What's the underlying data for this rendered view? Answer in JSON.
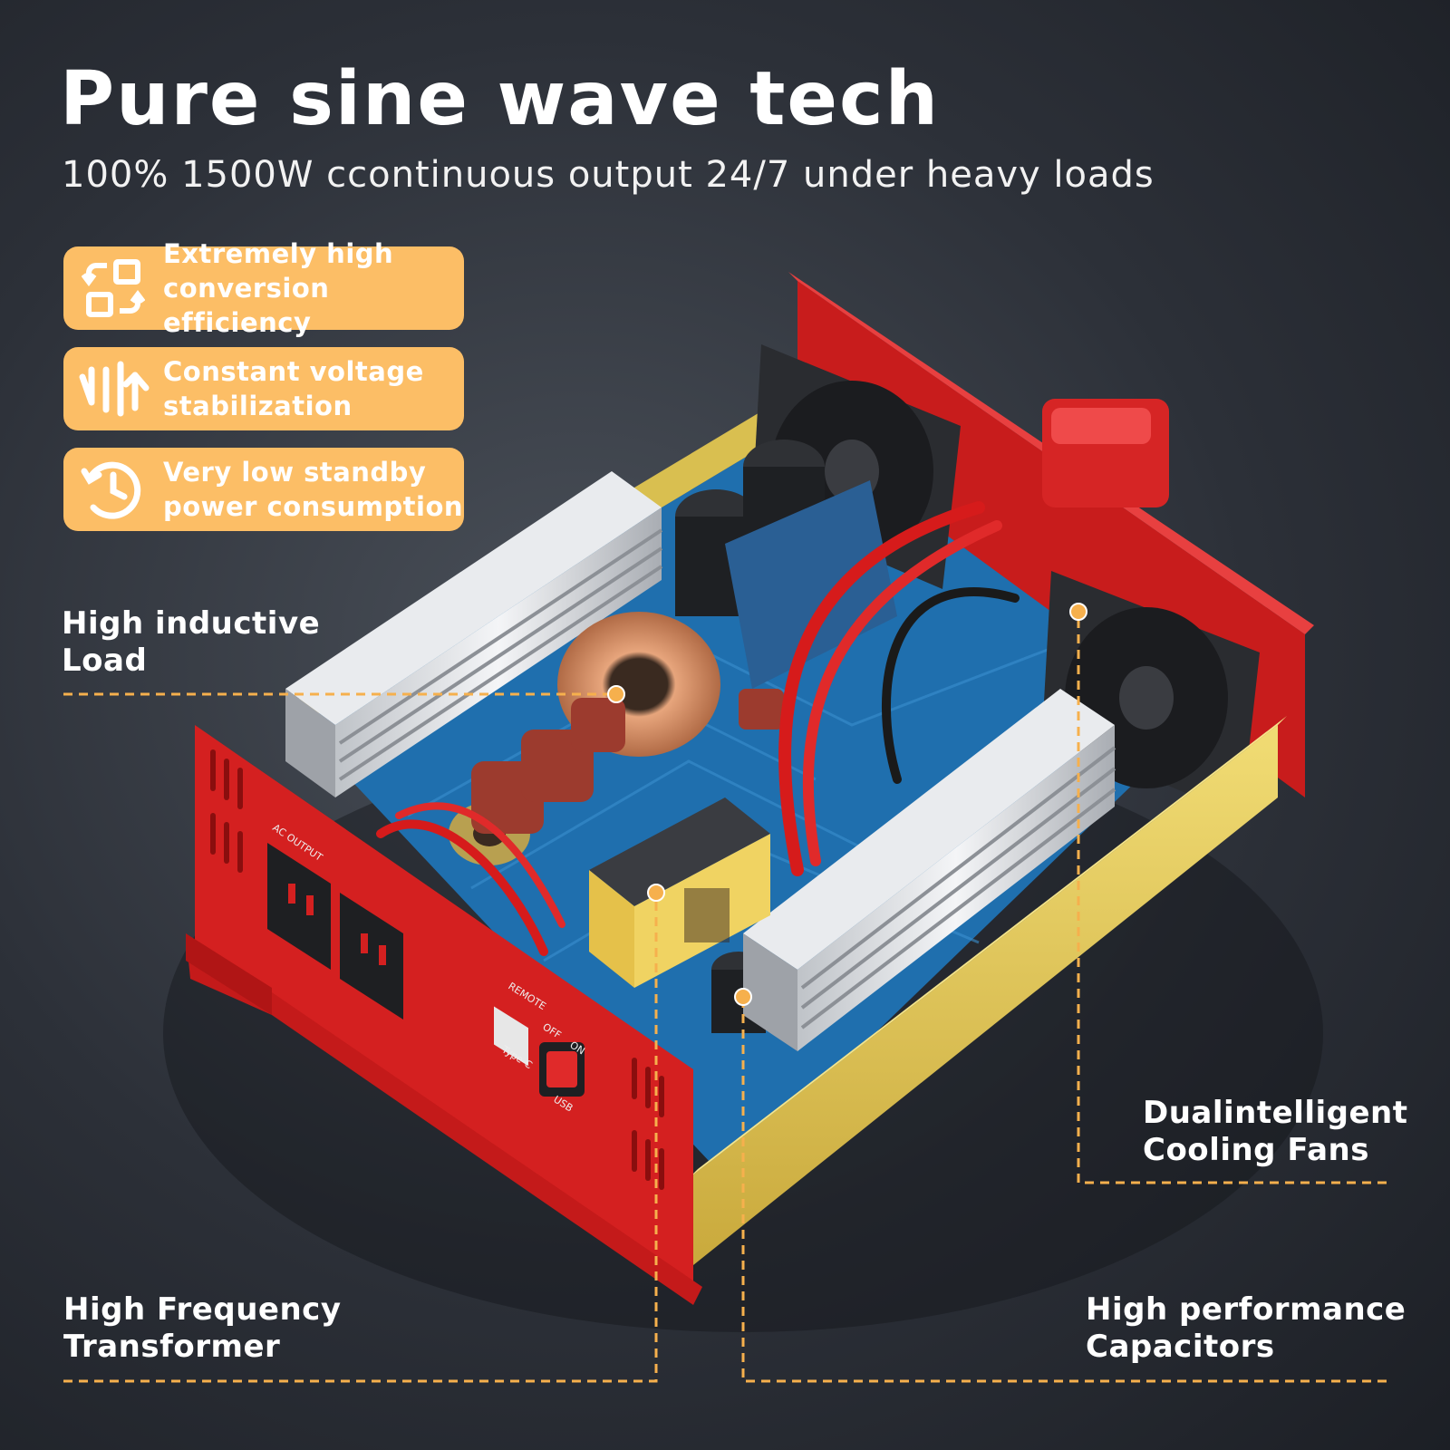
{
  "header": {
    "title": "Pure sine wave tech",
    "subtitle": "100% 1500W ccontinuous output 24/7 under heavy loads"
  },
  "features": [
    {
      "icon": "conversion-arrows-icon",
      "line1": "Extremely high",
      "line2": "conversion efficiency"
    },
    {
      "icon": "voltage-stabilization-icon",
      "line1": "Constant voltage",
      "line2": "stabilization"
    },
    {
      "icon": "clock-standby-icon",
      "line1": "Very low standby",
      "line2": "power consumption"
    }
  ],
  "callouts": {
    "inductive_load": {
      "line1": "High inductive",
      "line2": "Load"
    },
    "cooling_fans": {
      "line1": "Dualintelligent",
      "line2": "Cooling Fans"
    },
    "transformer": {
      "line1": "High Frequency",
      "line2": "Transformer"
    },
    "capacitors": {
      "line1": "High performance",
      "line2": "Capacitors"
    }
  },
  "device_markings": {
    "ac_output": "AC OUTPUT",
    "remote": "REMOTE",
    "off": "OFF",
    "on": "ON",
    "type_c": "Type-C",
    "usb": "USB"
  },
  "colors": {
    "background": "#2c3038",
    "badge": "#fcbe66",
    "callout_line": "#f6b04d",
    "chassis_red": "#d42020",
    "side_gold": "#e3c95a",
    "pcb_blue": "#1f6fae"
  }
}
